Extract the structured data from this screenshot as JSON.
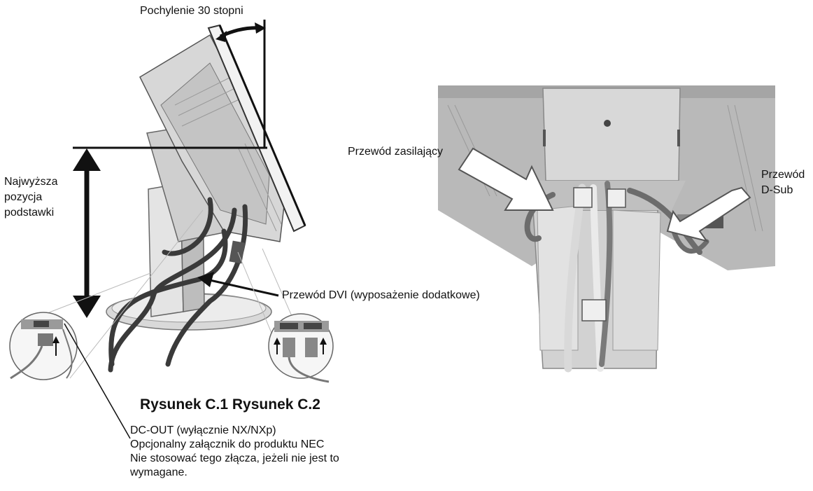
{
  "labels": {
    "tilt": "Pochylenie 30 stopni",
    "height_line1": "Najwyższa",
    "height_line2": "pozycja",
    "height_line3": "podstawki",
    "dvi_cable": "Przewód DVI (wyposażenie dodatkowe)",
    "power_cable": "Przewód zasilający",
    "dsub_line1": "Przewód",
    "dsub_line2": "D-Sub",
    "caption": "Rysunek C.1 Rysunek C.2",
    "dcout_line1": "DC-OUT (wyłącznie NX/NXp)",
    "dcout_line2": "Opcjonalny załącznik do produktu NEC",
    "dcout_line3": "Nie stosować tego złącza, jeżeli nie jest to",
    "dcout_line4": "wymagane."
  },
  "colors": {
    "ink": "#111111",
    "metal_light": "#e8e8e8",
    "metal_mid": "#c8c8c8",
    "metal_dark": "#8a8a8a",
    "cable": "#3a3a3a",
    "photo_bg": "#b8b8b8"
  }
}
